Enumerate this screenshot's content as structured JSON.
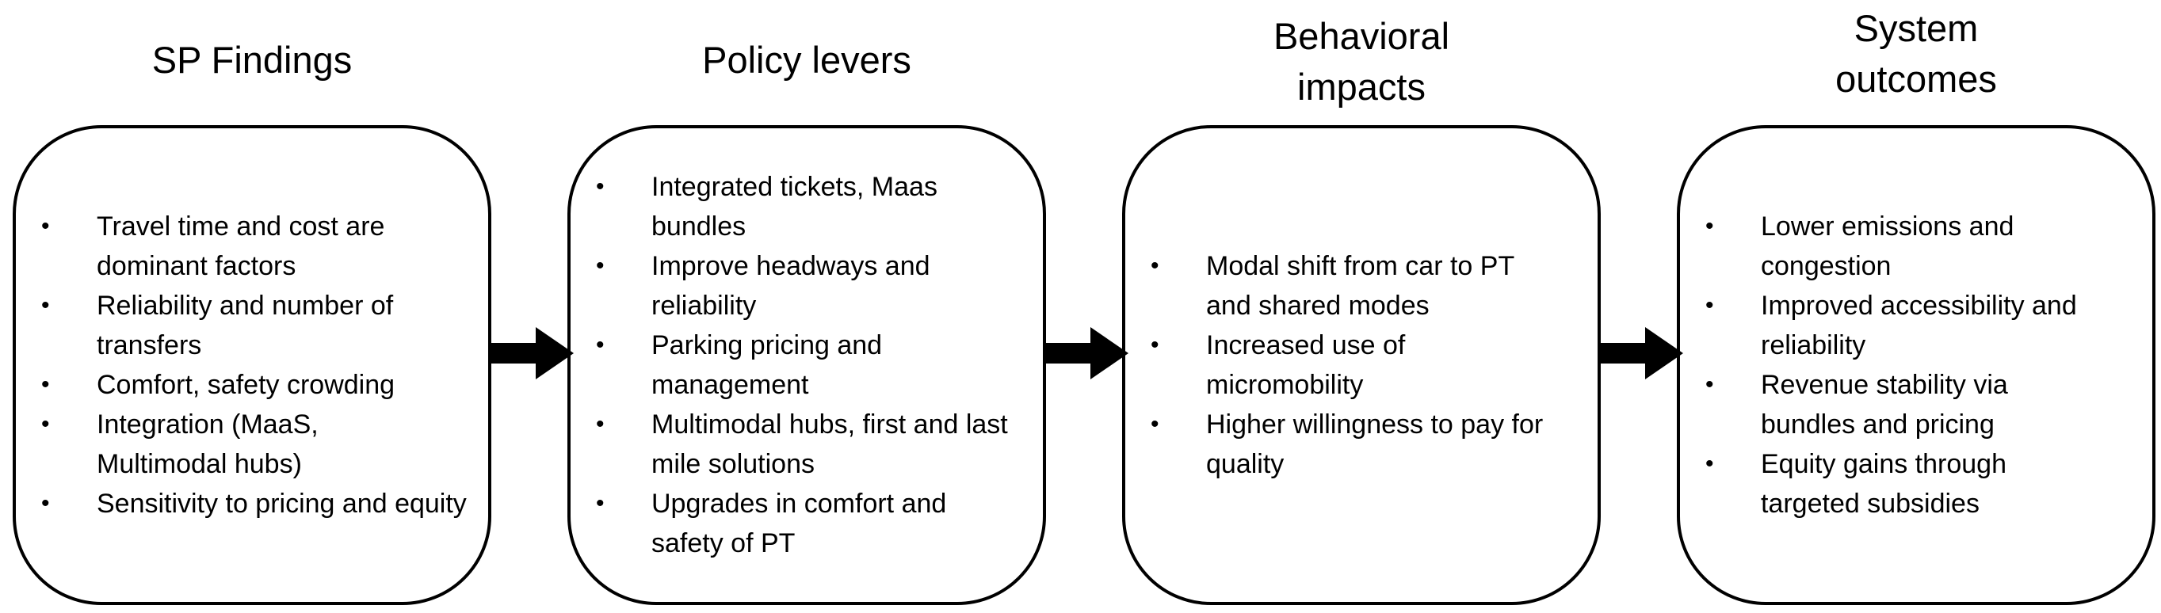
{
  "columns": [
    {
      "title": "SP Findings",
      "items": [
        "Travel time and cost are dominant factors",
        "Reliability and number of transfers",
        "Comfort, safety crowding",
        "Integration (MaaS, Multimodal hubs)",
        "Sensitivity to pricing and equity"
      ]
    },
    {
      "title": "Policy levers",
      "items": [
        "Integrated tickets, Maas bundles",
        "Improve headways and reliability",
        "Parking pricing and management",
        "Multimodal hubs, first and last mile solutions",
        "Upgrades in comfort and safety of PT"
      ]
    },
    {
      "title": "Behavioral impacts",
      "items": [
        "Modal shift from car to PT and shared modes",
        "Increased use of micromobility",
        "Higher willingness to pay for quality"
      ]
    },
    {
      "title": "System outcomes",
      "items": [
        "Lower emissions and congestion",
        "Improved accessibility and reliability",
        "Revenue stability via bundles and pricing",
        "Equity gains through targeted subsidies"
      ]
    }
  ],
  "bullet_char": "•",
  "colors": {
    "border": "#000000",
    "text": "#000000",
    "arrow": "#000000",
    "background": "#ffffff"
  }
}
